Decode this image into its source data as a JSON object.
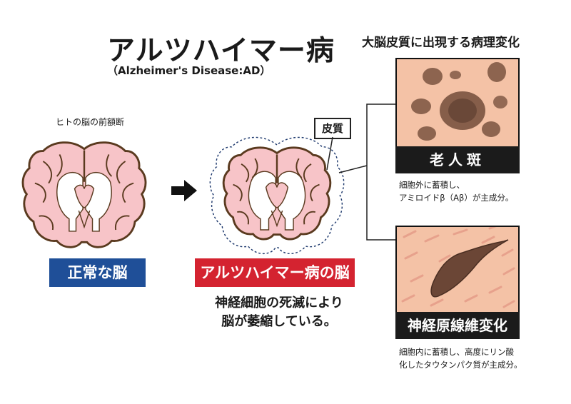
{
  "title": "アルツハイマー病",
  "subtitle": "（Alzheimer's Disease:AD）",
  "slice_caption": "ヒトの脳の前額断",
  "panel_heading": "大脳皮質に出現する病理変化",
  "normal_label": "正常な脳",
  "ad_label": "アルツハイマー病の脳",
  "cortex_callout": "皮質",
  "ad_description": [
    "神経細胞の死滅により",
    "脳が萎縮している。"
  ],
  "plaque": {
    "label": "老人斑",
    "description": [
      "細胞外に蓄積し、",
      "アミロイドβ（Aβ）が主成分。"
    ]
  },
  "tangle": {
    "label": "神経原線維変化",
    "description": [
      "細胞内に蓄積し、高度にリン酸",
      "化したタウタンパク質が主成分。"
    ]
  },
  "colors": {
    "brain_fill": "#f7c4c8",
    "brain_outline": "#5a3a1f",
    "white_matter": "#ffffff",
    "normal_label_bg": "#1f4f98",
    "ad_label_bg": "#d42330",
    "panel_bg": "#f4c2a6",
    "lesion": "#7a5340"
  }
}
